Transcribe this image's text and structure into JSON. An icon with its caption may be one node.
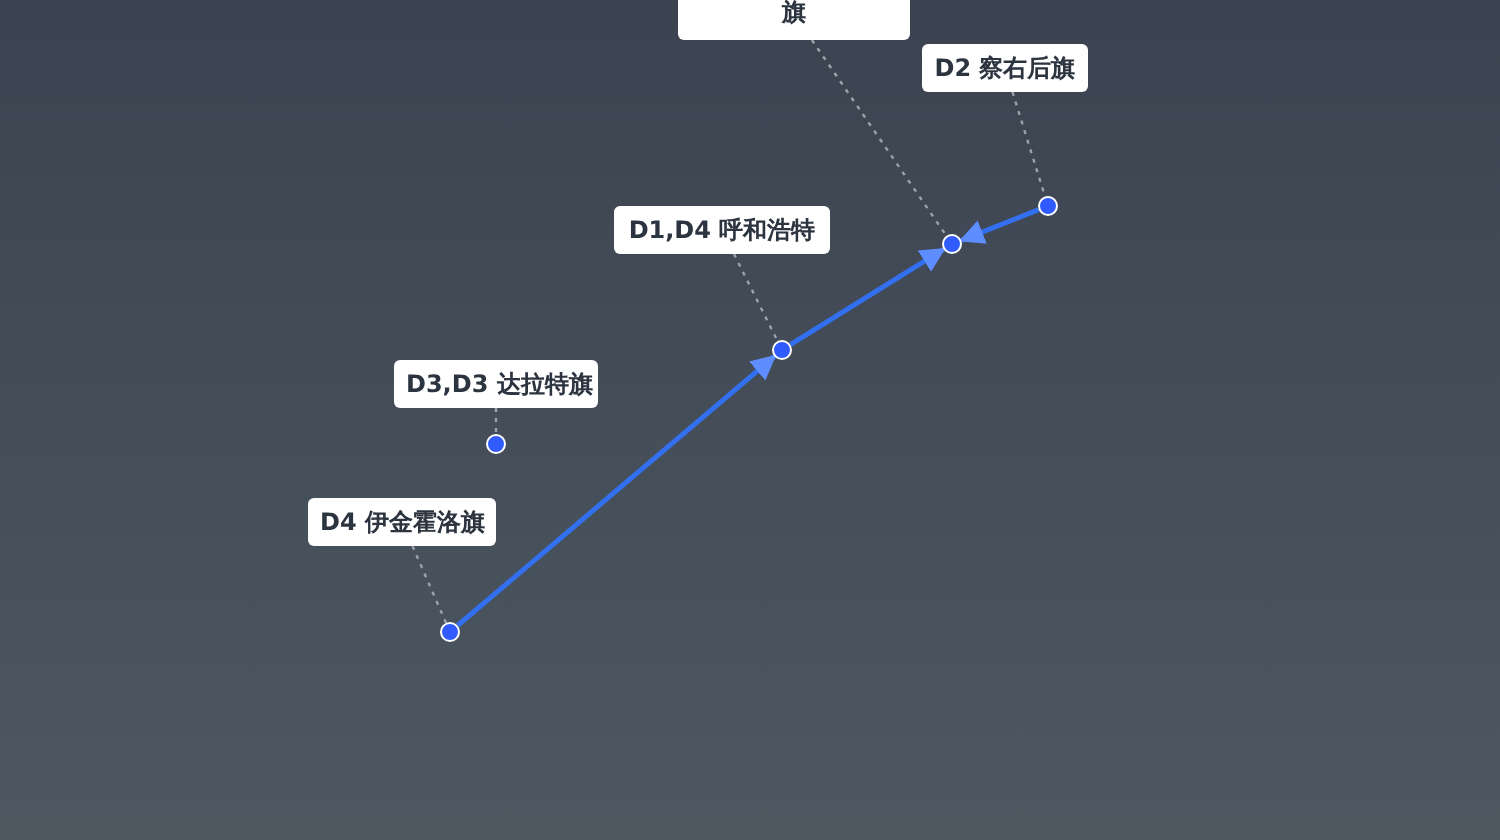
{
  "diagram": {
    "nodes": [
      {
        "text": [
          "旗"
        ]
      },
      {
        "text": [
          "D2 察右后旗"
        ]
      },
      {
        "text": [
          "D1,D4 呼和浩特"
        ]
      },
      {
        "text": [
          "D3,D3 达拉特旗"
        ]
      },
      {
        "text": [
          "D4 伊金霍洛旗"
        ]
      },
      {
        "text": [],
        "shape": "circle"
      },
      {
        "text": [],
        "shape": "circle"
      },
      {
        "text": [],
        "shape": "circle"
      },
      {
        "text": [],
        "shape": "circle"
      },
      {
        "text": [],
        "shape": "circle"
      }
    ],
    "edges": [
      {
        "from": 0,
        "to": 5,
        "arrow": "none",
        "style": "dashed"
      },
      {
        "from": 1,
        "to": 6,
        "arrow": "none",
        "style": "dashed"
      },
      {
        "from": 2,
        "to": 7,
        "arrow": "none",
        "style": "dashed"
      },
      {
        "from": 3,
        "to": 8,
        "arrow": "none",
        "style": "dashed"
      },
      {
        "from": 4,
        "to": 9,
        "arrow": "none",
        "style": "dashed"
      },
      {
        "from": 9,
        "to": 7,
        "arrow": "to",
        "color": "#3370f0"
      },
      {
        "from": 7,
        "to": 5,
        "arrow": "to",
        "color": "#3370f0"
      },
      {
        "from": 6,
        "to": 5,
        "arrow": "to",
        "color": "#3370f0"
      }
    ]
  }
}
